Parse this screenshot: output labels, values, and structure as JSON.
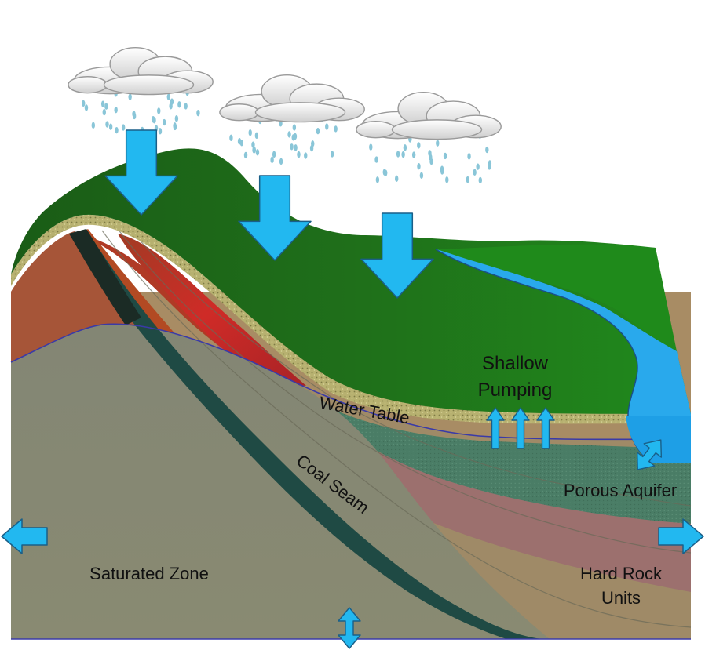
{
  "labels": {
    "shallow_pumping_line1": "Shallow",
    "shallow_pumping_line2": "Pumping",
    "water_table": "Water Table",
    "coal_seam": "Coal Seam",
    "porous_aquifer": "Porous Aquifer",
    "saturated_zone": "Saturated Zone",
    "hard_rock_line1": "Hard Rock",
    "hard_rock_line2": "Units"
  },
  "icons": {
    "clouds": "rain-cloud-icon",
    "recharge": "down-arrow-icon",
    "pumping": "up-arrow-icon",
    "lateral_flow": "horizontal-arrow-icon",
    "vertical_exchange": "vertical-double-arrow-icon",
    "stream_exchange": "diagonal-double-arrow-icon"
  },
  "colors": {
    "arrow": "#22b8f0",
    "arrow_outline": "#1a5f88",
    "surface_green": "#1f6e1a",
    "saturated_grey": "#7f8470",
    "coal": "#1f4a44",
    "stream": "#29a9ec",
    "soil_band": "#b5b06e",
    "red_unit": "#c72525",
    "aquifer_green": "#3d8066",
    "rock_pink": "#a16a6c",
    "rock_tan": "#a88c64"
  }
}
